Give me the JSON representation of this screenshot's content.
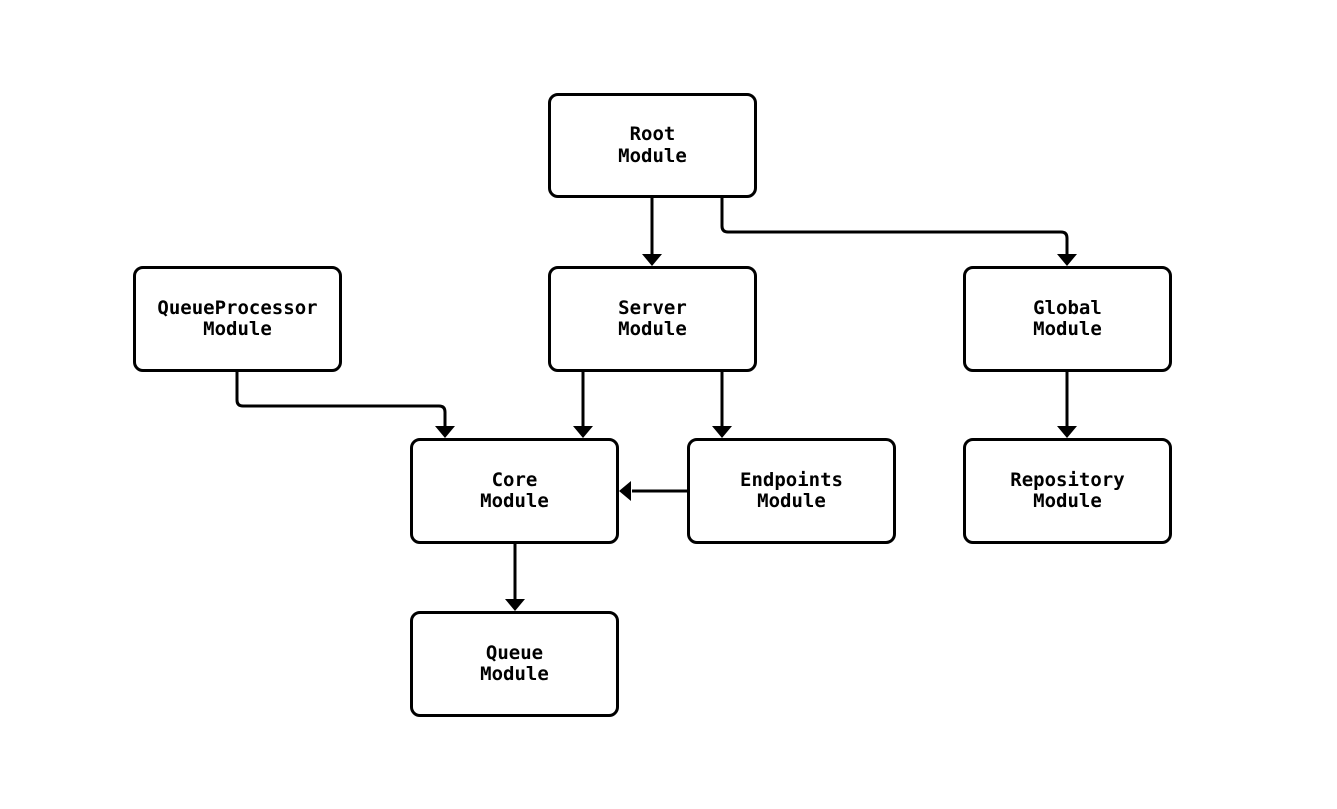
{
  "diagram": {
    "type": "flowchart",
    "background_color": "#ffffff",
    "node_border_color": "#000000",
    "node_fill_color": "#ffffff",
    "edge_color": "#000000",
    "text_color": "#000000",
    "nodes": [
      {
        "id": "root",
        "label": "Root\nModule"
      },
      {
        "id": "queueprocessor",
        "label": "QueueProcessor\nModule"
      },
      {
        "id": "server",
        "label": "Server\nModule"
      },
      {
        "id": "global",
        "label": "Global\nModule"
      },
      {
        "id": "core",
        "label": "Core\nModule"
      },
      {
        "id": "endpoints",
        "label": "Endpoints\nModule"
      },
      {
        "id": "repository",
        "label": "Repository\nModule"
      },
      {
        "id": "queue",
        "label": "Queue\nModule"
      }
    ],
    "edges": [
      {
        "from": "Root Module",
        "to": "Server Module"
      },
      {
        "from": "Root Module",
        "to": "Global Module"
      },
      {
        "from": "QueueProcessor Module",
        "to": "Core Module"
      },
      {
        "from": "Server Module",
        "to": "Core Module"
      },
      {
        "from": "Server Module",
        "to": "Endpoints Module"
      },
      {
        "from": "Endpoints Module",
        "to": "Core Module"
      },
      {
        "from": "Global Module",
        "to": "Repository Module"
      },
      {
        "from": "Core Module",
        "to": "Queue Module"
      }
    ]
  }
}
